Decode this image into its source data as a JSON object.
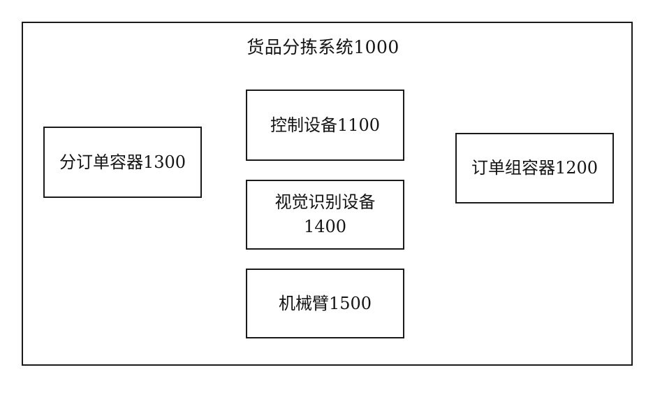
{
  "diagram": {
    "type": "block-diagram",
    "figure_style": "patent-drawing",
    "background_color": "#ffffff",
    "line_color": "#1a1a1a",
    "text_color": "#141414",
    "system": {
      "title": "货品分拣系统1000",
      "reference_number": "1000"
    },
    "blocks": [
      {
        "id": "1300",
        "label": "分订单容器1300",
        "reference_number": "1300",
        "position": "left"
      },
      {
        "id": "1100",
        "label": "控制设备1100",
        "reference_number": "1100",
        "position": "center-top"
      },
      {
        "id": "1400",
        "label": "视觉识别设备\n1400",
        "reference_number": "1400",
        "position": "center-middle"
      },
      {
        "id": "1500",
        "label": "机械臂1500",
        "reference_number": "1500",
        "position": "center-bottom"
      },
      {
        "id": "1200",
        "label": "订单组容器1200",
        "reference_number": "1200",
        "position": "right"
      }
    ]
  }
}
